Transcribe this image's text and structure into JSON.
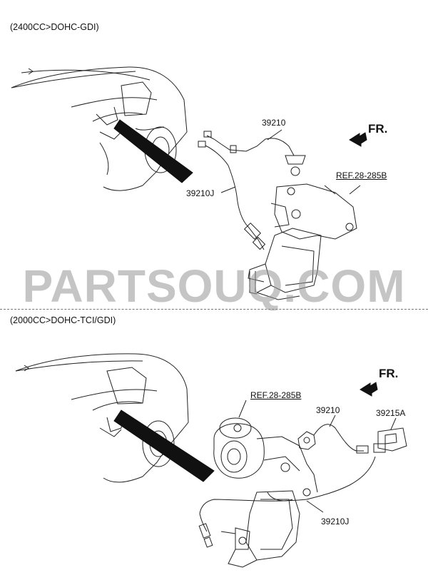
{
  "sections": [
    {
      "title": "(2400CC>DOHC-GDI)",
      "labels": {
        "sensor_a": "39210",
        "sensor_b": "39210J",
        "ref": "REF.28-285B",
        "fr": "FR."
      }
    },
    {
      "title": "(2000CC>DOHC-TCI/GDI)",
      "labels": {
        "ref": "REF.28-285B",
        "sensor_a": "39210",
        "bracket": "39215A",
        "sensor_b": "39210J",
        "fr": "FR."
      }
    }
  ],
  "watermark": "PARTSOUQ.COM"
}
